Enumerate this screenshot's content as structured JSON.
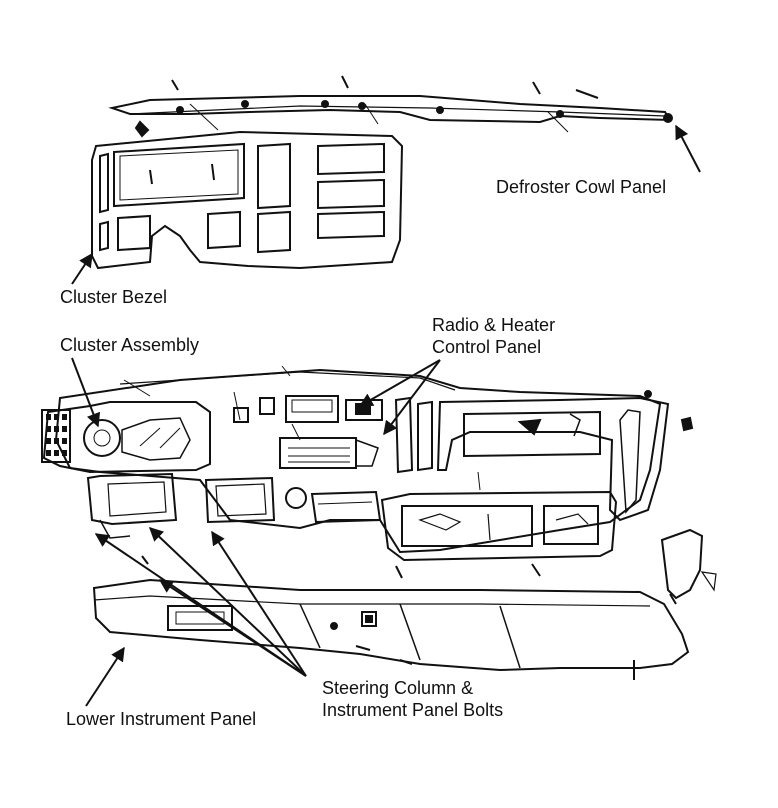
{
  "labels": {
    "defroster_cowl_panel": "Defroster Cowl Panel",
    "cluster_bezel": "Cluster Bezel",
    "cluster_assembly": "Cluster Assembly",
    "radio_heater_line1": "Radio & Heater",
    "radio_heater_line2": "Control Panel",
    "steering_line1": "Steering Column &",
    "steering_line2": "Instrument Panel Bolts",
    "lower_instrument_panel": "Lower Instrument Panel"
  },
  "colors": {
    "ink": "#111111",
    "background": "#ffffff"
  }
}
